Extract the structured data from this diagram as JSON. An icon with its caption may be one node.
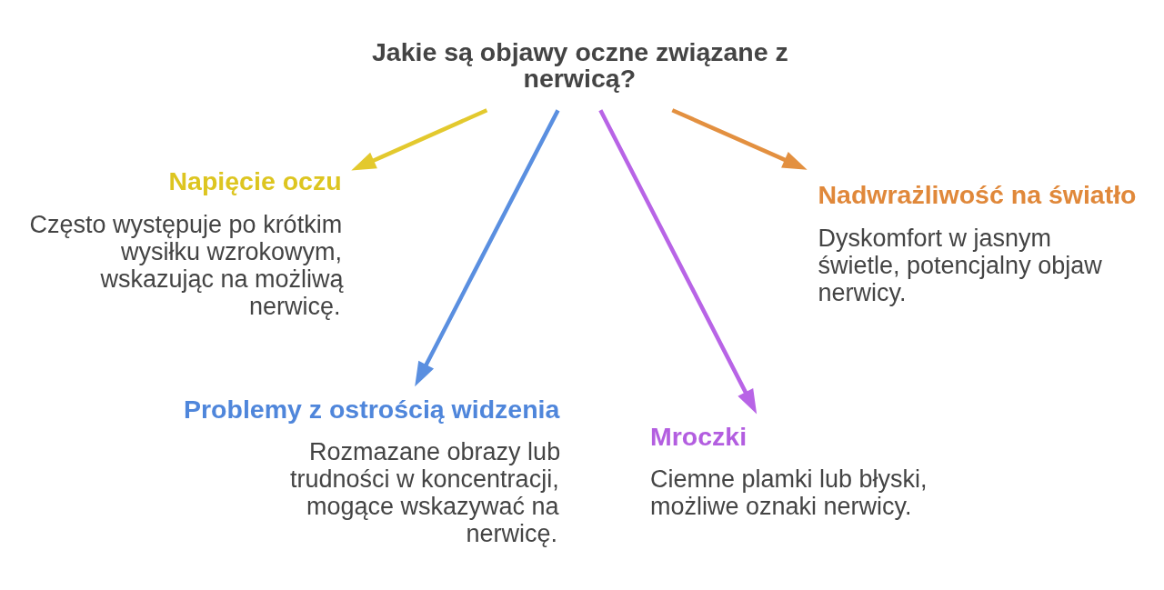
{
  "diagram": {
    "nodes": [
      {
        "text": [
          "Jakie są objawy oczne związane z nerwicą?"
        ]
      },
      {
        "text": [
          "Napięcie oczu",
          "Często występuje po krótkim wysiłku wzrokowym, wskazując na możliwą nerwicę."
        ]
      },
      {
        "text": [
          "Nadwrażliwość na światło",
          "Dyskomfort w jasnym świetle, potencjalny objaw nerwicy."
        ]
      },
      {
        "text": [
          "Problemy z ostrością widzenia",
          "Rozmazane obrazy lub trudności w koncentracji, mogące wskazywać na nerwicę."
        ]
      },
      {
        "text": [
          "Mroczki",
          "Ciemne plamki lub błyski, możliwe oznaki nerwicy."
        ]
      }
    ],
    "edges": [
      {
        "from": 0,
        "to": 1,
        "arrow": "to",
        "color": "#e3c92e"
      },
      {
        "from": 0,
        "to": 3,
        "arrow": "to",
        "color": "#5a8fe0"
      },
      {
        "from": 0,
        "to": 4,
        "arrow": "to",
        "color": "#b864e6"
      },
      {
        "from": 0,
        "to": 2,
        "arrow": "to",
        "color": "#e39040"
      }
    ]
  }
}
